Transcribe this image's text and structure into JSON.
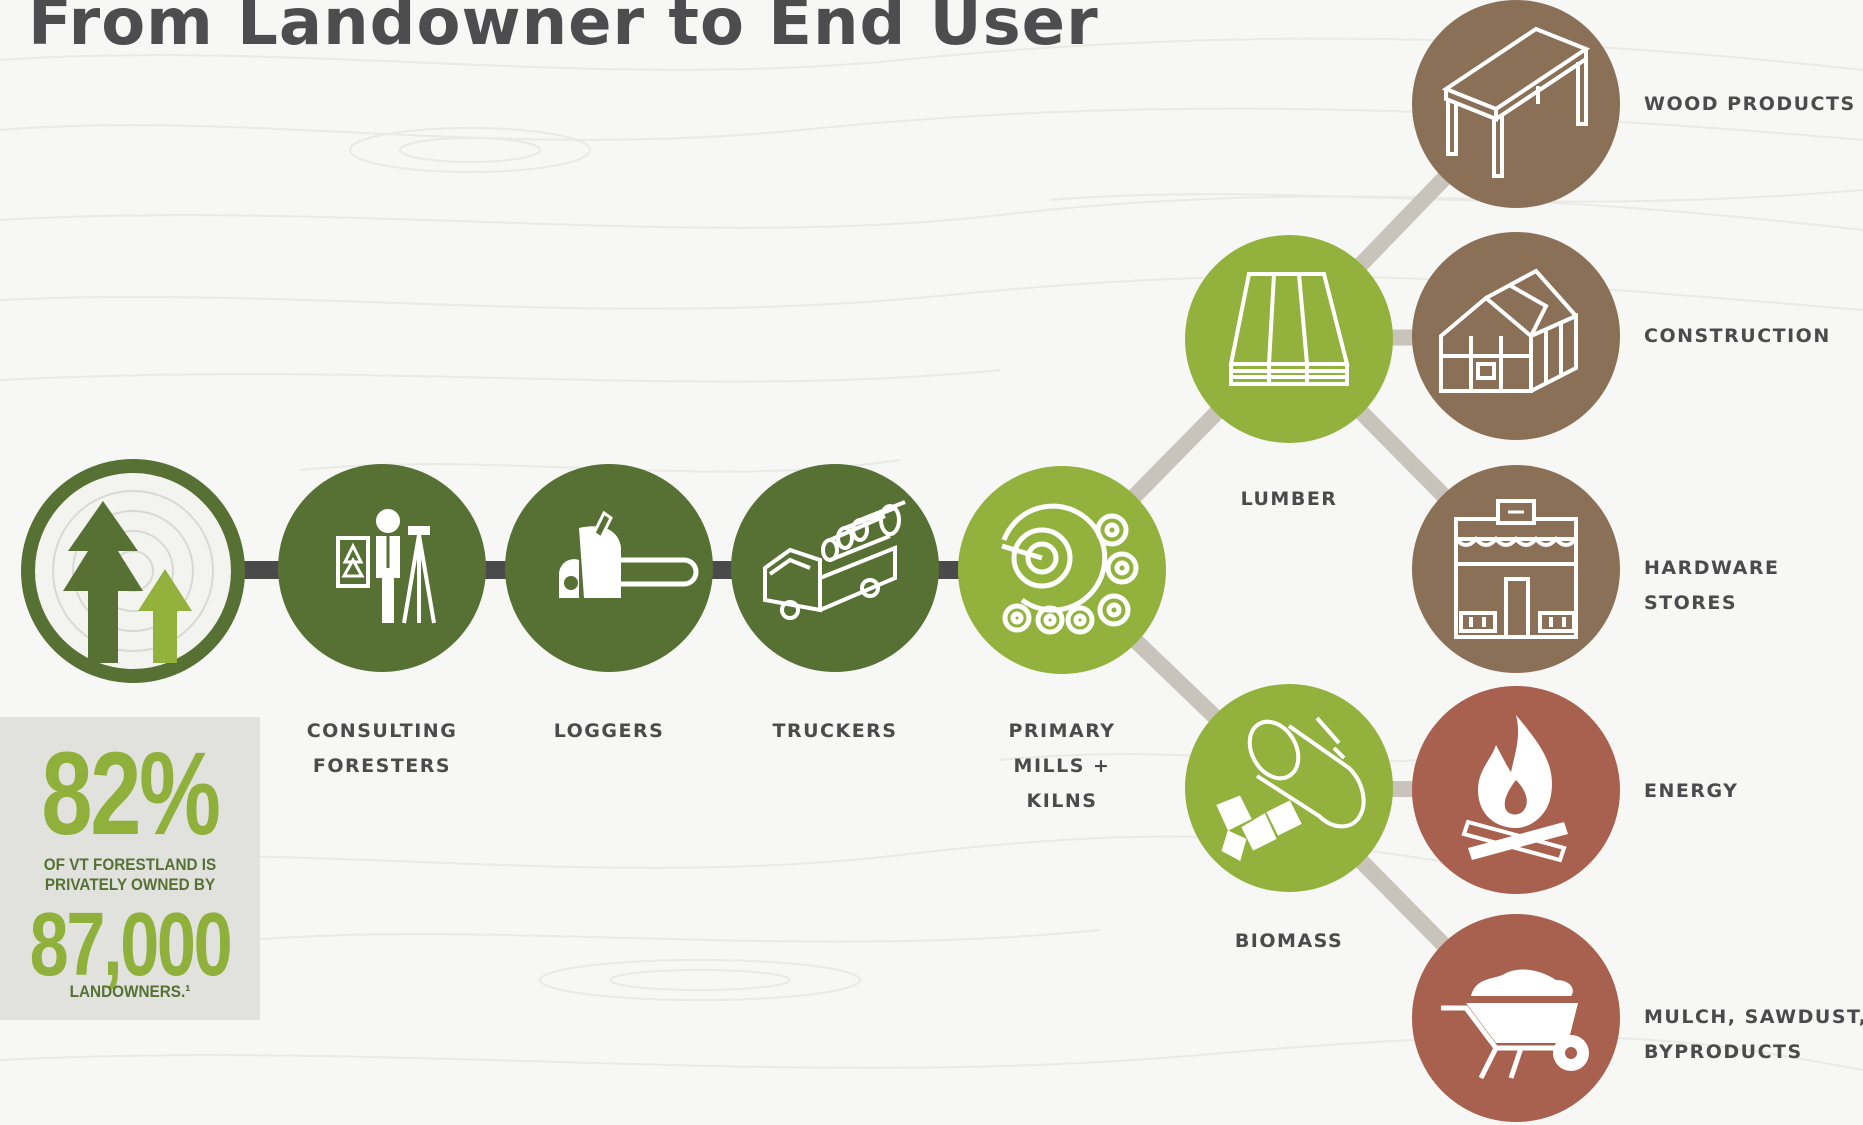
{
  "title": "From Landowner to End User",
  "stat": {
    "percent": "82%",
    "line1": "OF VT FORESTLAND IS",
    "line2": "PRIVATELY OWNED BY",
    "count": "87,000",
    "footer": "LANDOWNERS.¹"
  },
  "stages": {
    "consulting_foresters": [
      "CONSULTING",
      "FORESTERS"
    ],
    "loggers": [
      "LOGGERS"
    ],
    "truckers": [
      "TRUCKERS"
    ],
    "primary_mills": [
      "PRIMARY",
      "MILLS +",
      "KILNS"
    ],
    "lumber": [
      "LUMBER"
    ],
    "biomass": [
      "BIOMASS"
    ]
  },
  "end_uses": {
    "wood_products": [
      "WOOD PRODUCTS"
    ],
    "construction": [
      "CONSTRUCTION"
    ],
    "hardware_stores": [
      "HARDWARE",
      "STORES"
    ],
    "energy": [
      "ENERGY"
    ],
    "mulch": [
      "MULCH, SAWDUST,",
      "BYPRODUCTS"
    ]
  },
  "icons": {
    "landowner": "tree-ring-icon",
    "forester": "surveyor-icon",
    "logger": "chainsaw-icon",
    "trucker": "log-truck-icon",
    "mill": "sawmill-icon",
    "lumber": "lumber-stack-icon",
    "biomass": "log-pellets-icon",
    "wood_products": "table-icon",
    "construction": "house-frame-icon",
    "hardware": "storefront-icon",
    "energy": "campfire-icon",
    "mulch": "wheelbarrow-icon"
  },
  "colors": {
    "dark_green": "#577134",
    "light_green": "#93b23d",
    "brown": "#8b7058",
    "red": "#a8604f",
    "connector": "#c8c3bb",
    "text": "#4d4d4f"
  }
}
